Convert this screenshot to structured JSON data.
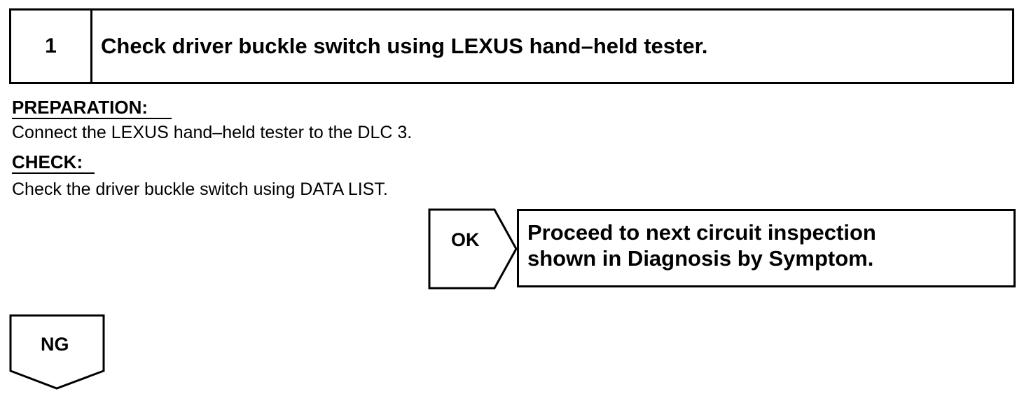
{
  "step": {
    "number": "1",
    "title": "Check driver buckle switch using LEXUS hand–held tester."
  },
  "preparation": {
    "heading": "PREPARATION:",
    "text": "Connect the LEXUS hand–held tester to the DLC 3."
  },
  "check": {
    "heading": "CHECK:",
    "text": "Check the driver buckle switch using DATA LIST."
  },
  "ok_branch": {
    "label": "OK",
    "result_line1": "Proceed to next circuit inspection",
    "result_line2": "shown in Diagnosis by Symptom."
  },
  "ng_branch": {
    "label": "NG"
  }
}
